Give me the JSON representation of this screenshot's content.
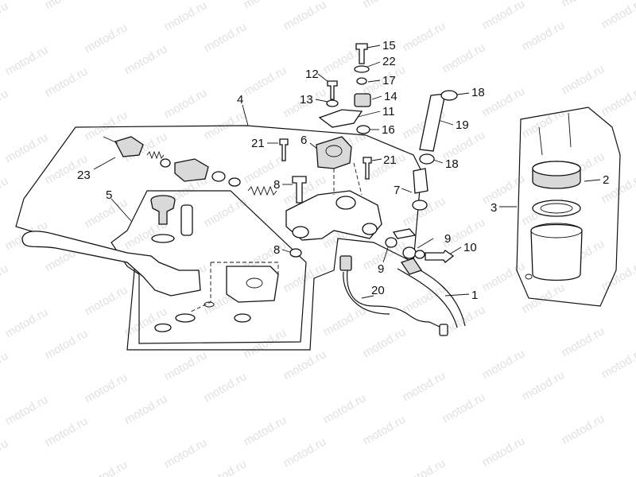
{
  "watermark_text": "motod.ru",
  "callouts": [
    {
      "id": "c1",
      "label": "1"
    },
    {
      "id": "c2",
      "label": "2"
    },
    {
      "id": "c3",
      "label": "3"
    },
    {
      "id": "c4",
      "label": "4"
    },
    {
      "id": "c5",
      "label": "5"
    },
    {
      "id": "c6",
      "label": "6"
    },
    {
      "id": "c7",
      "label": "7"
    },
    {
      "id": "c8a",
      "label": "8"
    },
    {
      "id": "c8b",
      "label": "8"
    },
    {
      "id": "c9a",
      "label": "9"
    },
    {
      "id": "c9b",
      "label": "9"
    },
    {
      "id": "c10",
      "label": "10"
    },
    {
      "id": "c11",
      "label": "11"
    },
    {
      "id": "c12",
      "label": "12"
    },
    {
      "id": "c13",
      "label": "13"
    },
    {
      "id": "c14",
      "label": "14"
    },
    {
      "id": "c15",
      "label": "15"
    },
    {
      "id": "c16",
      "label": "16"
    },
    {
      "id": "c17",
      "label": "17"
    },
    {
      "id": "c18a",
      "label": "18"
    },
    {
      "id": "c18b",
      "label": "18"
    },
    {
      "id": "c19",
      "label": "19"
    },
    {
      "id": "c20",
      "label": "20"
    },
    {
      "id": "c21a",
      "label": "21"
    },
    {
      "id": "c21b",
      "label": "21"
    },
    {
      "id": "c22",
      "label": "22"
    },
    {
      "id": "c23",
      "label": "23"
    }
  ]
}
